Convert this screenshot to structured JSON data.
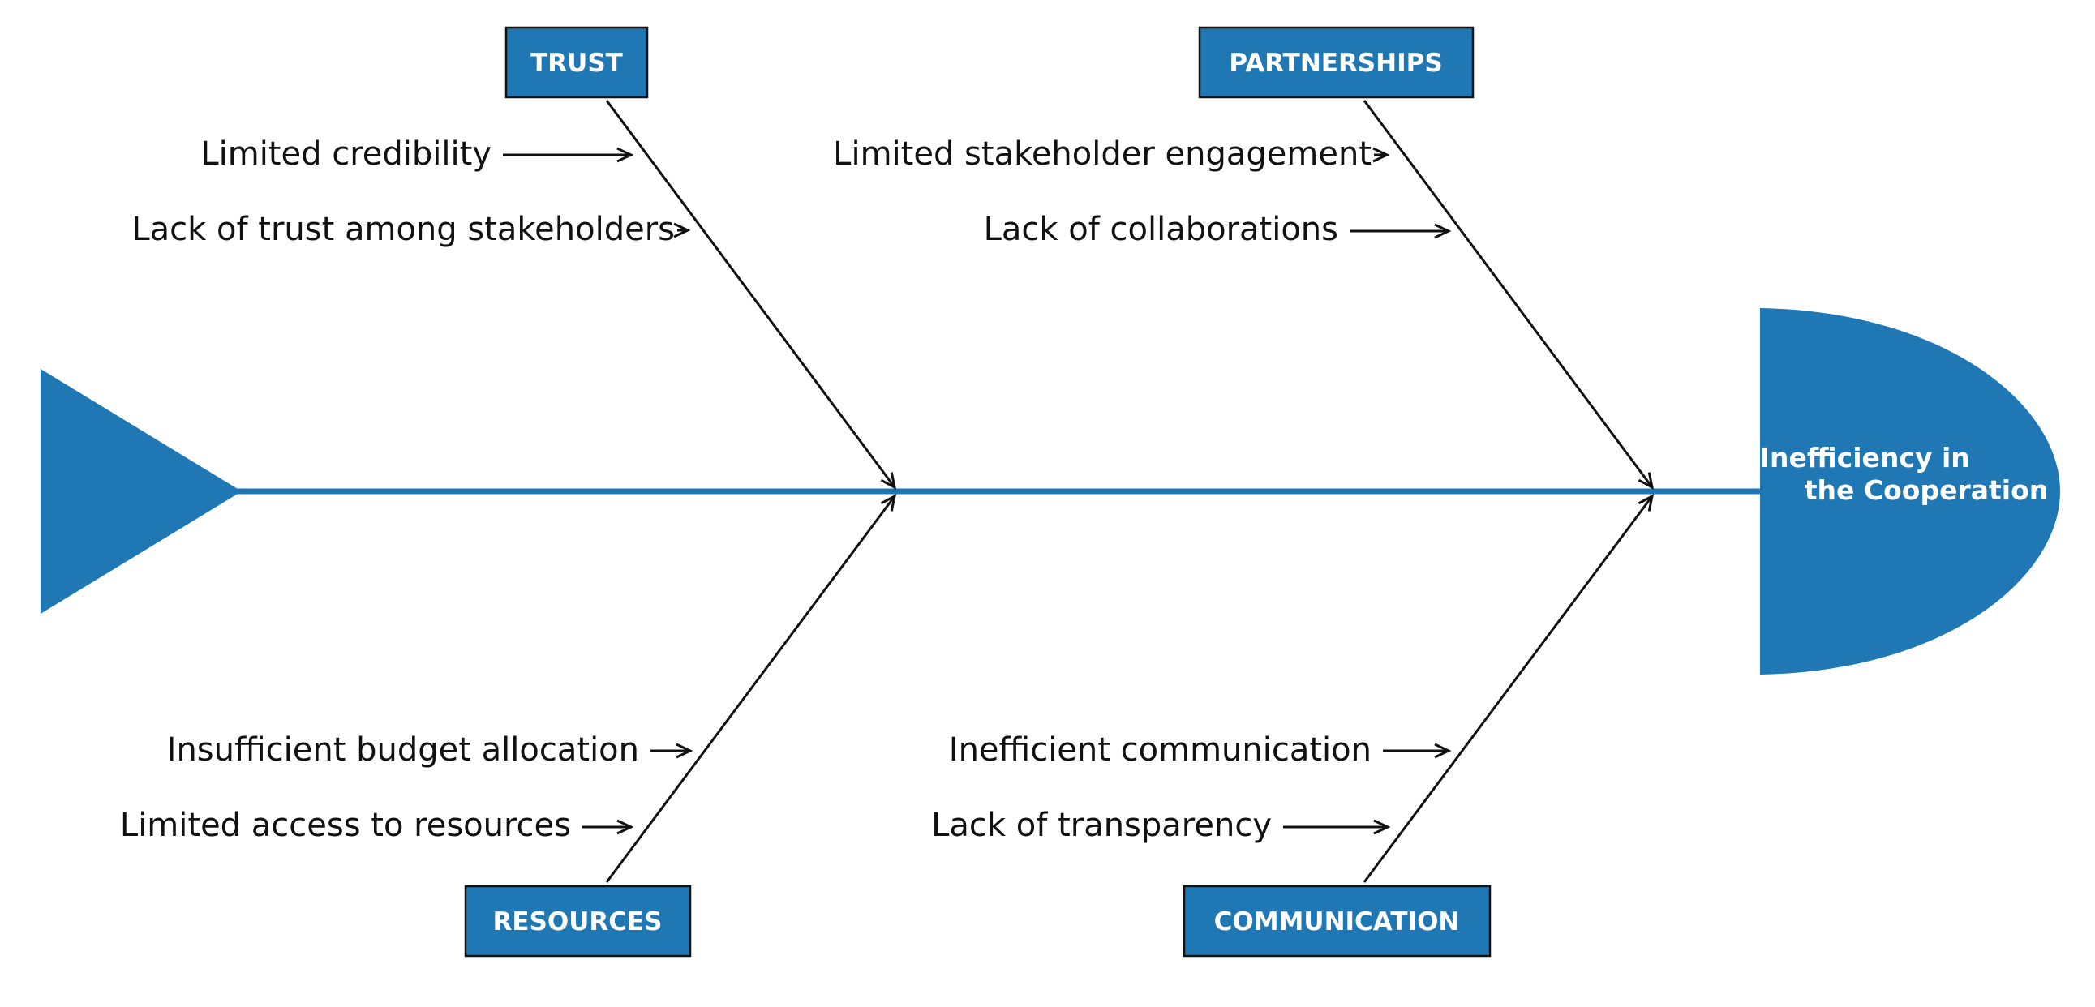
{
  "diagram": {
    "type": "fishbone",
    "effect": {
      "line1": "Inefficiency in",
      "line2": "the Cooperation"
    },
    "categories": [
      {
        "name": "TRUST",
        "causes": [
          "Limited credibility",
          "Lack of trust among stakeholders"
        ]
      },
      {
        "name": "PARTNERSHIPS",
        "causes": [
          "Limited stakeholder engagement",
          "Lack of collaborations"
        ]
      },
      {
        "name": "RESOURCES",
        "causes": [
          "Insufficient budget allocation",
          "Limited access to resources"
        ]
      },
      {
        "name": "COMMUNICATION",
        "causes": [
          "Inefficient communication",
          "Lack of transparency"
        ]
      }
    ],
    "colors": {
      "accent": "#1f77b4",
      "line": "#111111",
      "label_text": "#ffffff"
    }
  }
}
